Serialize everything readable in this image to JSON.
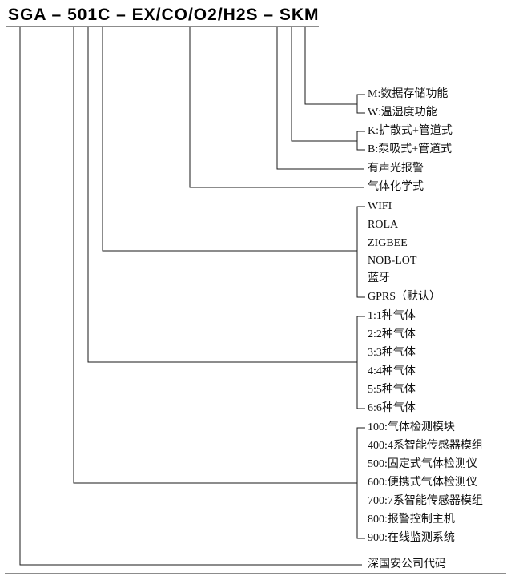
{
  "model_code": {
    "text": "SGA – 501C – EX/CO/O2/H2S – SKM"
  },
  "legend": {
    "storage_function": "M:数据存储功能",
    "temp_humidity_function": "W:温湿度功能",
    "diffusion_pipeline_type": "K:扩散式+管道式",
    "pump_pipeline_type": "B:泵吸式+管道式",
    "sound_light_alarm": "有声光报警",
    "gas_chemical_formula": "气体化学式",
    "comm_options": [
      "WIFI",
      "ROLA",
      "ZIGBEE",
      "NOB-LOT",
      "蓝牙",
      "GPRS（默认）"
    ],
    "gas_count_options": [
      "1:1种气体",
      "2:2种气体",
      "3:3种气体",
      "4:4种气体",
      "5:5种气体",
      "6:6种气体"
    ],
    "series_options": [
      "100:气体检测模块",
      "400:4系智能传感器模组",
      "500:固定式气体检测仪",
      "600:便携式气体检测仪",
      "700:7系智能传感器模组",
      "800:报警控制主机",
      "900:在线监测系统"
    ],
    "company_code": "深国安公司代码"
  }
}
